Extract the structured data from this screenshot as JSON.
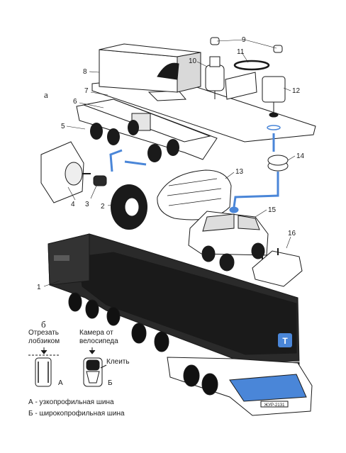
{
  "colors": {
    "ink": "#1a1a1a",
    "accent": "#4a86d8",
    "paper": "#ffffff"
  },
  "sections": {
    "a": "а",
    "b": "б"
  },
  "parts": {
    "p1": "1",
    "p2": "2",
    "p3": "3",
    "p4": "4",
    "p5": "5",
    "p6": "6",
    "p7": "7",
    "p8": "8",
    "p9": "9",
    "p10": "10",
    "p11": "11",
    "p12": "12",
    "p13": "13",
    "p14": "14",
    "p15": "15",
    "p16": "16"
  },
  "legend": {
    "cut_line1": "Отрезать",
    "cut_line2": "лобзиком",
    "tube_line1": "Камера от",
    "tube_line2": "велосипеда",
    "glue": "Клеить",
    "mark_a": "А",
    "mark_b": "Б",
    "note_a": "А - узкопрофильная шина",
    "note_b": "Б - широкопрофильная шина"
  },
  "truck": {
    "plate": "ЖУР-2131",
    "badge": "Т"
  }
}
